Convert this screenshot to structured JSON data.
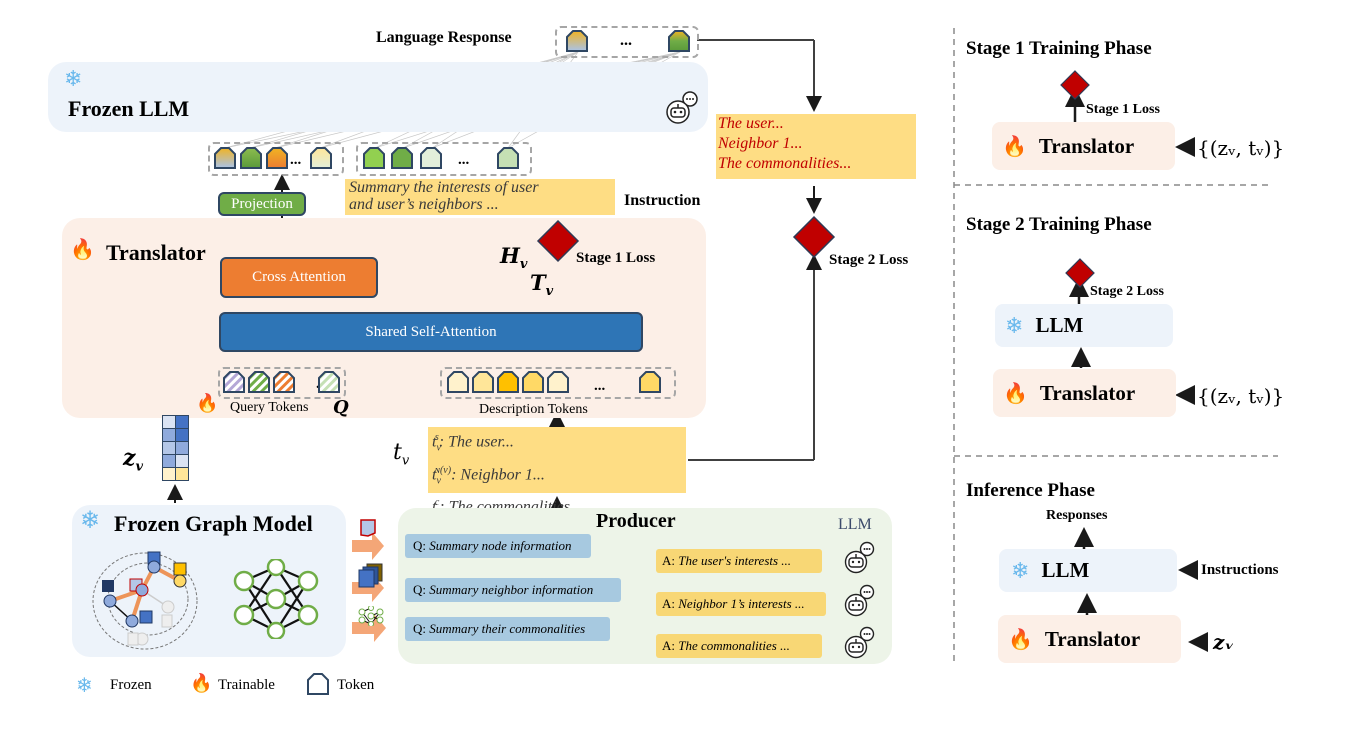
{
  "main": {
    "language_response_label": "Language Response",
    "frozen_llm_label": "Frozen LLM",
    "ellipsis": "...",
    "instruction_text_line1": "Summary the interests of user",
    "instruction_text_line2": "and user’s neighbors ...",
    "instruction_label": "Instruction",
    "projection_label": "Projection",
    "translator_label": "Translator",
    "cross_attention_label": "Cross Attention",
    "shared_self_attention_label": "Shared Self-Attention",
    "h_v_label": "H",
    "h_v_sub": "v",
    "t_v_upper_label": "T",
    "t_v_upper_sub": "v",
    "stage1_loss_label": "Stage 1 Loss",
    "stage2_loss_label": "Stage 2 Loss",
    "query_tokens_label": "Query Tokens",
    "query_symbol": "Q",
    "description_tokens_label": "Description Tokens",
    "z_v_label": "z",
    "z_v_sub": "v",
    "t_v_label": "t",
    "t_v_sub": "v",
    "descriptions": [
      {
        "sup": "s",
        "text": ": The user..."
      },
      {
        "sup": "ɴ(v)",
        "text": ": Neighbor 1..."
      },
      {
        "sup": "c",
        "text": ": The commonalities ..."
      }
    ],
    "target_text": [
      "The user...",
      "Neighbor 1...",
      "The commonalities..."
    ],
    "frozen_graph_model_label": "Frozen Graph Model",
    "producer": {
      "title": "Producer",
      "llm_label": "LLM",
      "questions": [
        {
          "prefix": "Q: ",
          "text": "Summary node information"
        },
        {
          "prefix": "Q: ",
          "text": "Summary neighbor information"
        },
        {
          "prefix": "Q: ",
          "text": "Summary their commonalities"
        }
      ],
      "answers": [
        {
          "prefix": "A: ",
          "text": "The user's interests ..."
        },
        {
          "prefix": "A: ",
          "text": "Neighbor 1’s interests ..."
        },
        {
          "prefix": "A: ",
          "text": "The commonalities ..."
        }
      ]
    },
    "legend": {
      "frozen": "Frozen",
      "trainable": "Trainable",
      "token": "Token"
    }
  },
  "phases": {
    "stage1": {
      "title": "Stage 1 Training Phase",
      "loss_label": "Stage 1 Loss",
      "translator_label": "Translator",
      "input_label": "{(zᵥ, tᵥ)}"
    },
    "stage2": {
      "title": "Stage 2 Training Phase",
      "loss_label": "Stage 2 Loss",
      "llm_label": "LLM",
      "translator_label": "Translator",
      "input_label": "{(zᵥ, tᵥ)}"
    },
    "inference": {
      "title": "Inference Phase",
      "responses_label": "Responses",
      "llm_label": "LLM",
      "instructions_label": "Instructions",
      "translator_label": "Translator",
      "input_label": "zᵥ"
    }
  },
  "icons": {
    "snowflake": "❄",
    "fire": "🔥",
    "robot": "robot-chat-icon"
  },
  "colors": {
    "loss_diamond": "#c00000",
    "cross_attention": "#ed7d31",
    "shared_self_attention": "#2e75b6",
    "projection": "#70ad47",
    "note_yellow": "#fedd84",
    "target_text_red": "#c00000"
  }
}
